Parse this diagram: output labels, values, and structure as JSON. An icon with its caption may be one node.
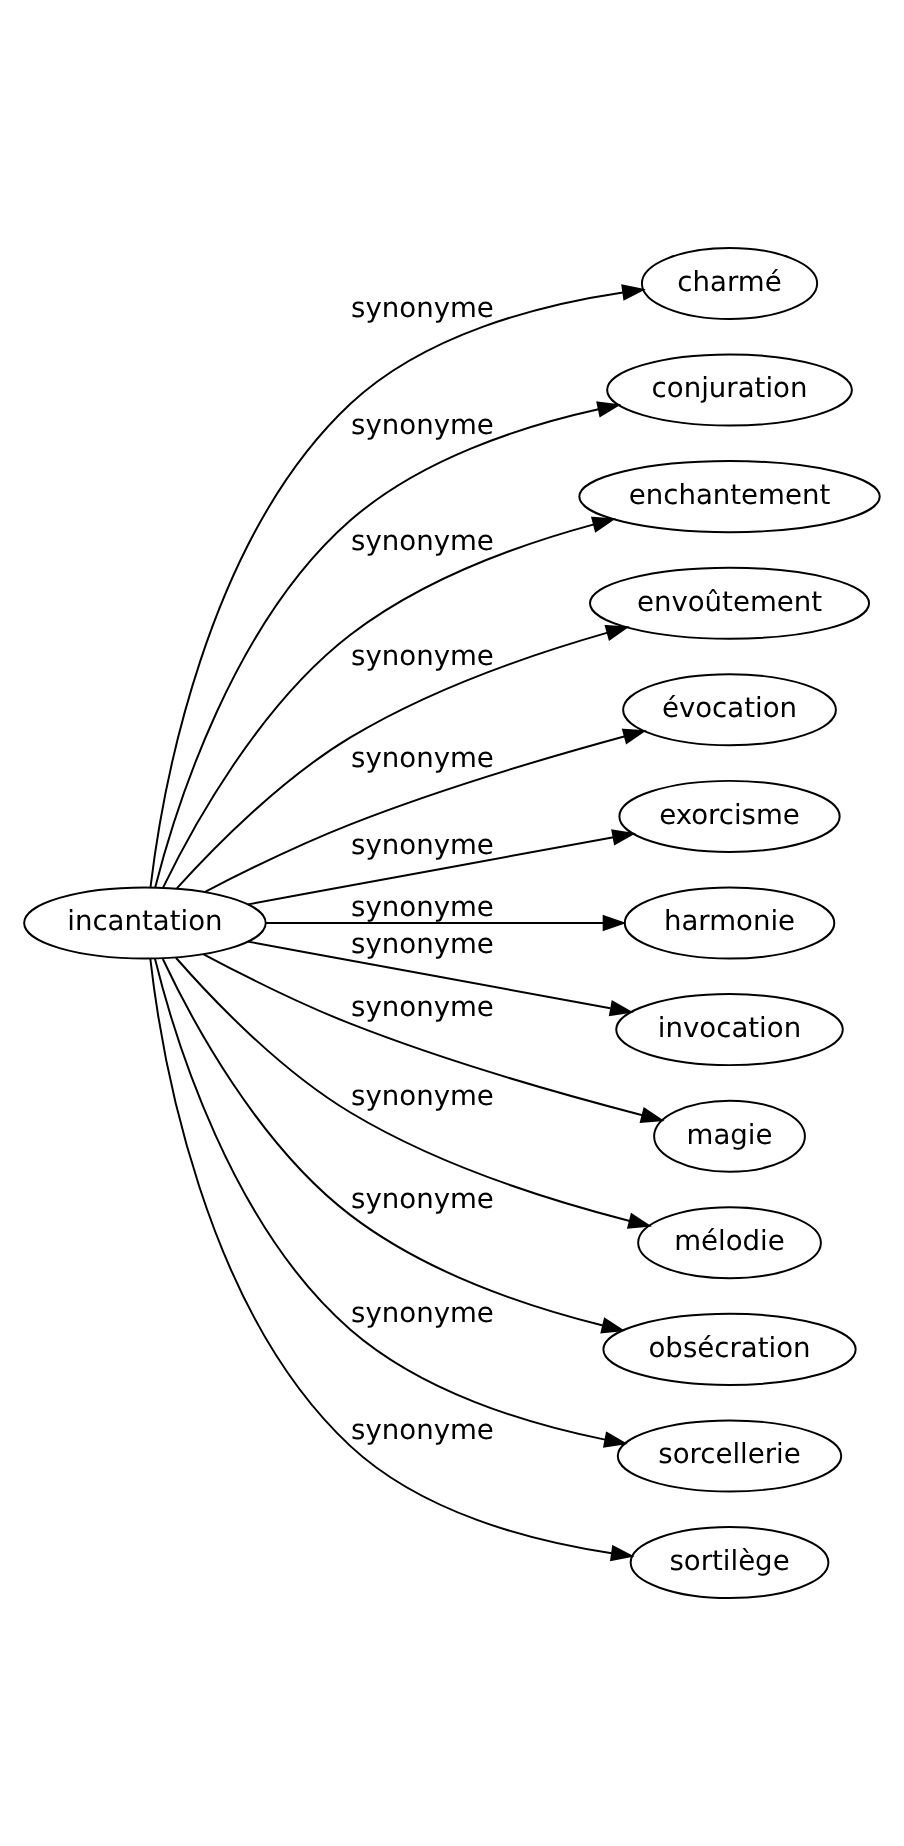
{
  "diagram": {
    "nodes": [
      {
        "text": [
          "incantation"
        ]
      },
      {
        "text": [
          "charmé"
        ]
      },
      {
        "text": [
          "conjuration"
        ]
      },
      {
        "text": [
          "enchantement"
        ]
      },
      {
        "text": [
          "envoûtement"
        ]
      },
      {
        "text": [
          "évocation"
        ]
      },
      {
        "text": [
          "exorcisme"
        ]
      },
      {
        "text": [
          "harmonie"
        ]
      },
      {
        "text": [
          "invocation"
        ]
      },
      {
        "text": [
          "magie"
        ]
      },
      {
        "text": [
          "mélodie"
        ]
      },
      {
        "text": [
          "obsécration"
        ]
      },
      {
        "text": [
          "sorcellerie"
        ]
      },
      {
        "text": [
          "sortilège"
        ]
      }
    ],
    "edges": [
      {
        "from": 0,
        "to": 1,
        "arrow": "to",
        "label": "synonyme"
      },
      {
        "from": 0,
        "to": 2,
        "arrow": "to",
        "label": "synonyme"
      },
      {
        "from": 0,
        "to": 3,
        "arrow": "to",
        "label": "synonyme"
      },
      {
        "from": 0,
        "to": 4,
        "arrow": "to",
        "label": "synonyme"
      },
      {
        "from": 0,
        "to": 5,
        "arrow": "to",
        "label": "synonyme"
      },
      {
        "from": 0,
        "to": 6,
        "arrow": "to",
        "label": "synonyme"
      },
      {
        "from": 0,
        "to": 7,
        "arrow": "to",
        "label": "synonyme"
      },
      {
        "from": 0,
        "to": 8,
        "arrow": "to",
        "label": "synonyme"
      },
      {
        "from": 0,
        "to": 9,
        "arrow": "to",
        "label": "synonyme"
      },
      {
        "from": 0,
        "to": 10,
        "arrow": "to",
        "label": "synonyme"
      },
      {
        "from": 0,
        "to": 11,
        "arrow": "to",
        "label": "synonyme"
      },
      {
        "from": 0,
        "to": 12,
        "arrow": "to",
        "label": "synonyme"
      },
      {
        "from": 0,
        "to": 13,
        "arrow": "to",
        "label": "synonyme"
      }
    ]
  }
}
